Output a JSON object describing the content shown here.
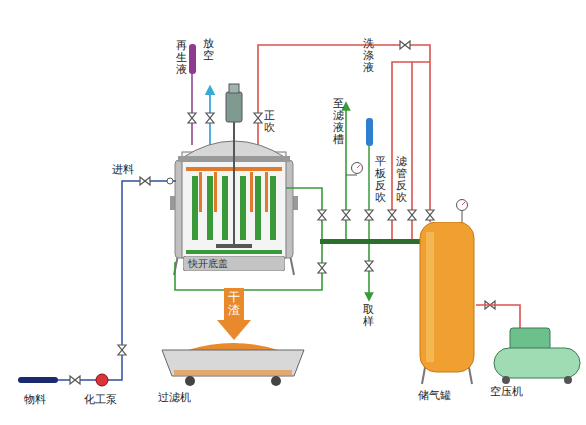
{
  "diagram": {
    "nodes": [
      {
        "text": [
          "快开底盖"
        ]
      },
      {
        "text": [
          "干渣"
        ]
      },
      {
        "text": [
          "过滤机"
        ]
      },
      {
        "text": [
          "储气罐"
        ]
      },
      {
        "text": [
          "空压机"
        ]
      }
    ],
    "edges": [
      {
        "from": 4,
        "to": 3,
        "arrow": "none"
      }
    ],
    "labels": [
      "再生液",
      "放空",
      "正吹",
      "至滤液槽",
      "洗涤液",
      "平板反吹",
      "滤管反吹",
      "进料",
      "取样",
      "物料",
      "化工泵"
    ]
  }
}
